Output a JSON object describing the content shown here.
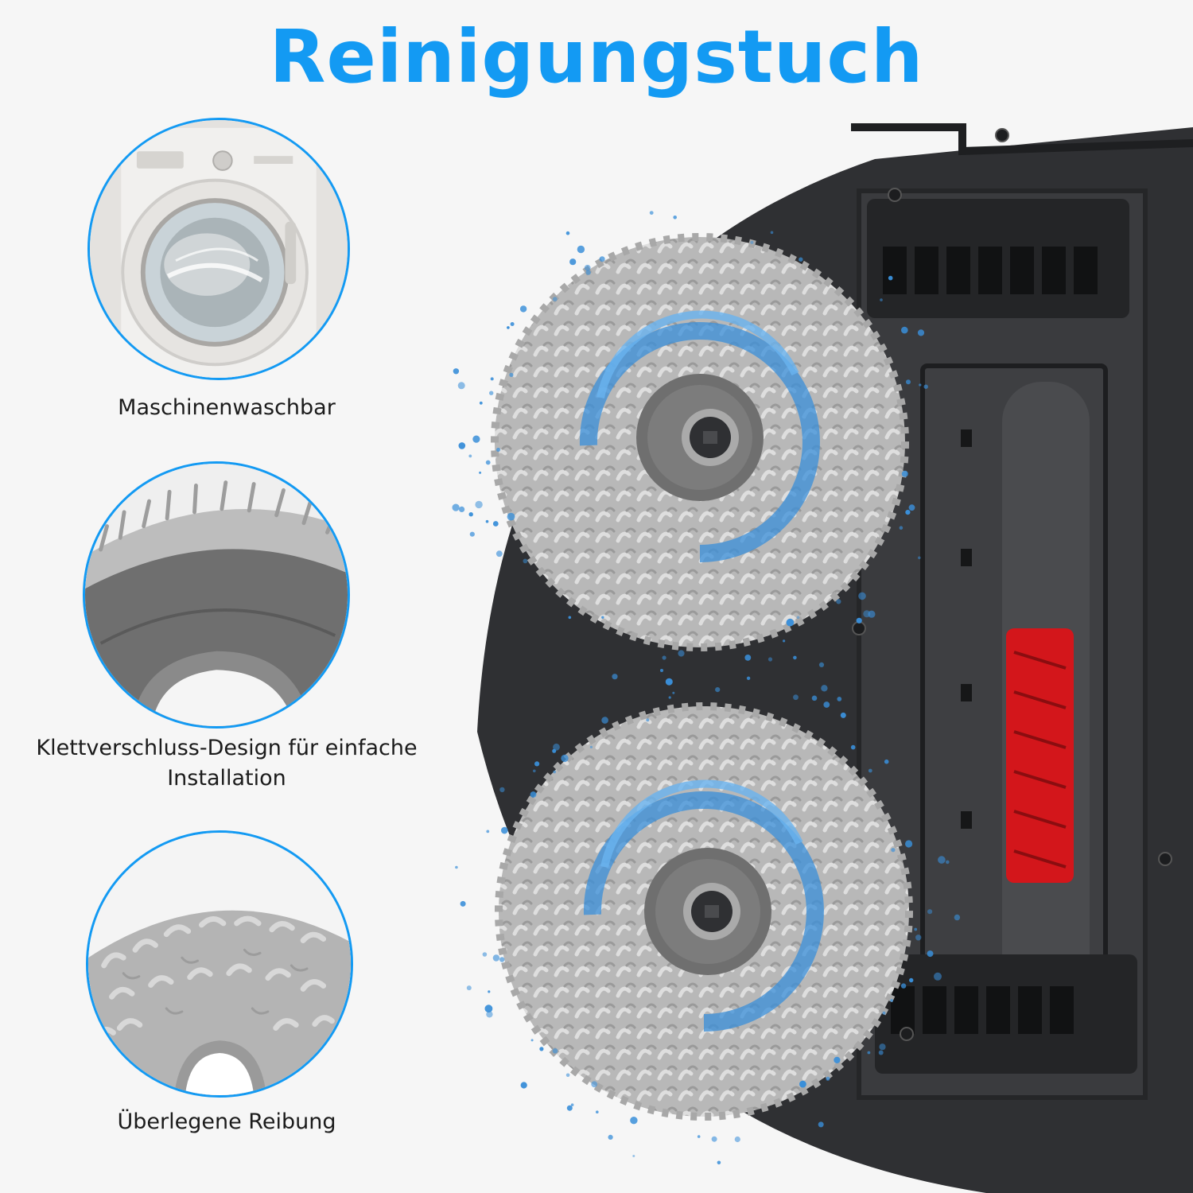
{
  "header": {
    "title": "Reinigungstuch"
  },
  "features": [
    {
      "icon": "washing-machine-icon",
      "label": "Maschinenwaschbar"
    },
    {
      "icon": "velcro-backing-icon",
      "label": "Klettverschluss-Design für einfache Installation"
    },
    {
      "icon": "microfiber-texture-icon",
      "label": "Überlegene Reibung"
    }
  ],
  "colors": {
    "accent": "#139af3",
    "mop_gray": "#b9b9b9",
    "robot_body": "#2f3033",
    "brush_red": "#d3161b",
    "water_blue": "#3a8fd9"
  }
}
